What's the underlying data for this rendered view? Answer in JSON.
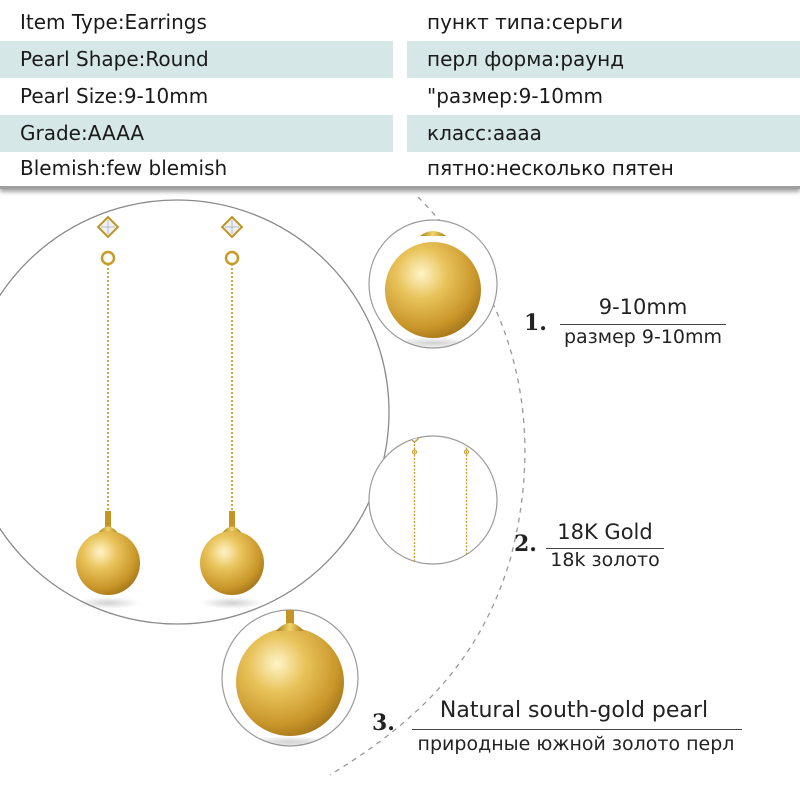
{
  "specs": [
    {
      "en": "Item Type:Earrings",
      "ru": "пункт типа:серьги",
      "shaded": false
    },
    {
      "en": "Pearl Shape:Round",
      "ru": "перл форма:раунд",
      "shaded": true
    },
    {
      "en": "Pearl Size:9-10mm",
      "ru": "\"размер:9-10mm",
      "shaded": false
    },
    {
      "en": "Grade:AAAA",
      "ru": "класс:аааа",
      "shaded": true
    },
    {
      "en": "Blemish:few blemish",
      "ru": "пятно:несколько пятен",
      "shaded": false
    }
  ],
  "features": [
    {
      "number": "1.",
      "title": "9-10mm",
      "subtitle": "размер 9-10mm"
    },
    {
      "number": "2.",
      "title": "18K Gold",
      "subtitle": "18k золото"
    },
    {
      "number": "3.",
      "title": "Natural south-gold pearl",
      "subtitle": "природные южной золото перл"
    }
  ],
  "colors": {
    "gold": "#d9ad3a",
    "shade": "#d6e7e7"
  }
}
